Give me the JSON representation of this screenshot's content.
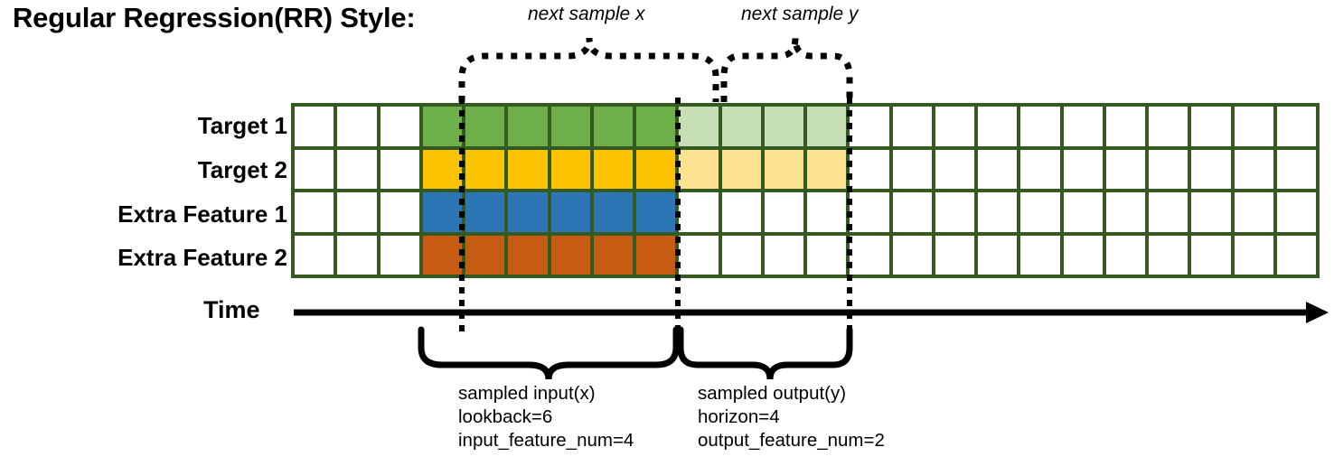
{
  "title": "Regular Regression(RR) Style:",
  "top_annotations": {
    "next_sample_x": "next sample x",
    "next_sample_y": "next sample y"
  },
  "rows": [
    {
      "label": "Target 1",
      "solid_color": "#6DAF49",
      "faded_color": "#C6DFB4",
      "has_output": true
    },
    {
      "label": "Target 2",
      "solid_color": "#FCC300",
      "faded_color": "#FDE391",
      "has_output": true
    },
    {
      "label": "Extra Feature 1",
      "solid_color": "#2D76B5",
      "faded_color": null,
      "has_output": false
    },
    {
      "label": "Extra Feature 2",
      "solid_color": "#C75B12",
      "faded_color": null,
      "has_output": false
    }
  ],
  "grid": {
    "columns": 24,
    "leading_blank_columns": 3,
    "input_columns": 6,
    "output_columns": 4,
    "border_color": "#345A22",
    "empty_cell_color": "#FFFFFF"
  },
  "time_axis": {
    "label": "Time"
  },
  "bottom_annotations": {
    "input": {
      "line1": "sampled input(x)",
      "line2": "lookback=6",
      "line3": "input_feature_num=4"
    },
    "output": {
      "line1": "sampled output(y)",
      "line2": "horizon=4",
      "line3": "output_feature_num=2"
    }
  },
  "chart_data": {
    "type": "diagram",
    "title": "Regular Regression(RR) Style:",
    "series": [
      {
        "name": "Target 1",
        "role": "target",
        "input_cells": 6,
        "output_cells": 4
      },
      {
        "name": "Target 2",
        "role": "target",
        "input_cells": 6,
        "output_cells": 4
      },
      {
        "name": "Extra Feature 1",
        "role": "extra_feature",
        "input_cells": 6,
        "output_cells": 0
      },
      {
        "name": "Extra Feature 2",
        "role": "extra_feature",
        "input_cells": 6,
        "output_cells": 0
      }
    ],
    "lookback": 6,
    "horizon": 4,
    "input_feature_num": 4,
    "output_feature_num": 2,
    "total_timesteps": 24,
    "input_start_index": 3
  }
}
